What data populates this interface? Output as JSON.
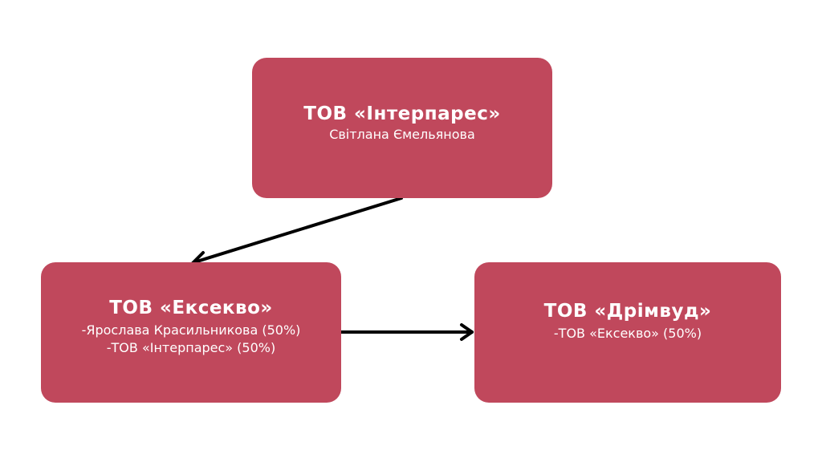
{
  "nodes": {
    "top": {
      "title": "ТОВ «Інтерпарес»",
      "lines": [
        "Світлана Ємельянова"
      ]
    },
    "left": {
      "title": "ТОВ «Ексекво»",
      "lines": [
        "-Ярослава Красильникова (50%)",
        "-ТОВ «Інтерпарес» (50%)"
      ]
    },
    "right": {
      "title": "ТОВ «Дрімвуд»",
      "lines": [
        "-ТОВ «Ексекво» (50%)"
      ]
    }
  },
  "edges": [
    {
      "from": "top",
      "to": "left"
    },
    {
      "from": "left",
      "to": "right"
    }
  ],
  "colors": {
    "node_fill": "#c0485c",
    "node_text": "#ffffff",
    "edge": "#000000",
    "background": "#ffffff"
  }
}
